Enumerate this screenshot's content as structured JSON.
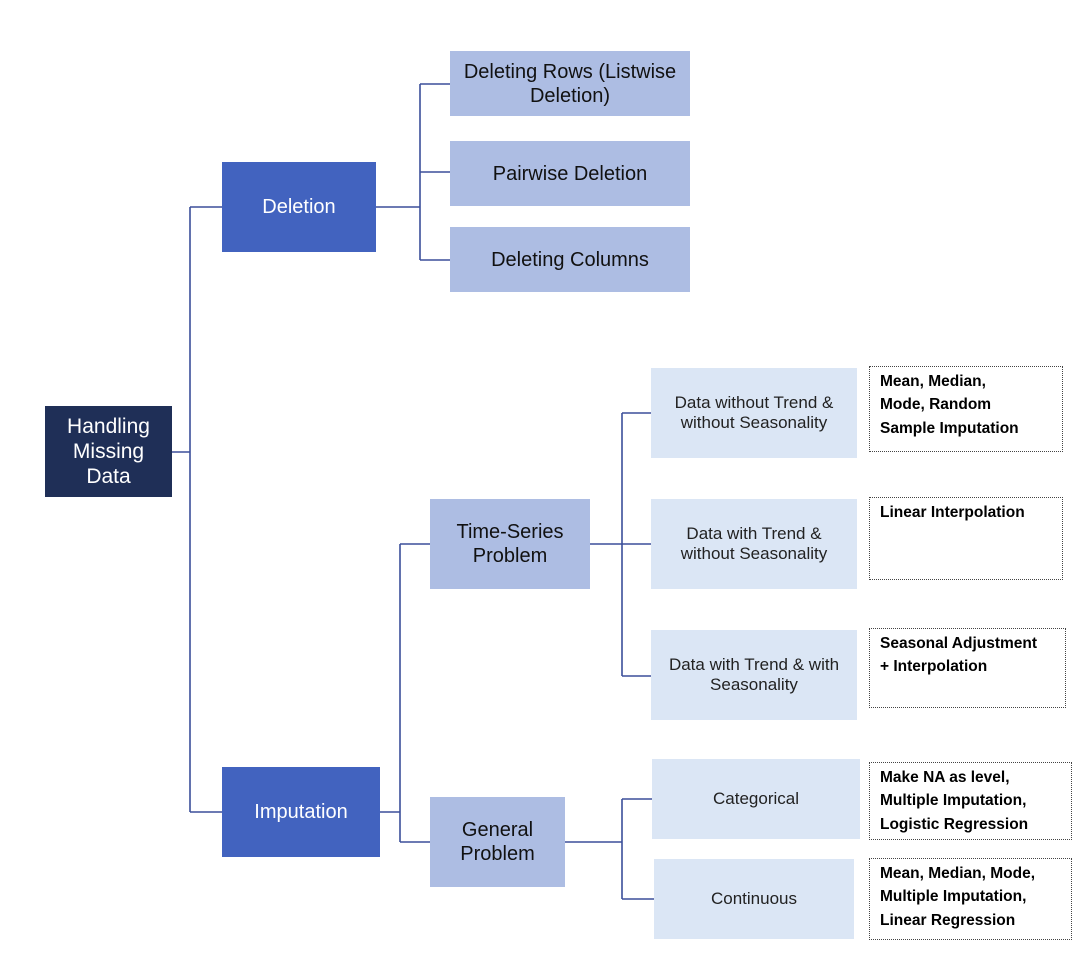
{
  "root": {
    "label": "Handling\nMissing\nData"
  },
  "deletion": {
    "label": "Deletion",
    "children": [
      {
        "label": "Deleting Rows (Listwise\nDeletion)"
      },
      {
        "label": "Pairwise Deletion"
      },
      {
        "label": "Deleting Columns"
      }
    ]
  },
  "imputation": {
    "label": "Imputation",
    "time_series": {
      "label": "Time-Series\nProblem",
      "children": [
        {
          "label": "Data without Trend &\nwithout Seasonality",
          "method": "Mean, Median,\nMode, Random\nSample Imputation"
        },
        {
          "label": "Data with Trend &\nwithout Seasonality",
          "method": "Linear Interpolation"
        },
        {
          "label": "Data with Trend & with\nSeasonality",
          "method": "Seasonal Adjustment\n+ Interpolation"
        }
      ]
    },
    "general": {
      "label": "General\nProblem",
      "children": [
        {
          "label": "Categorical",
          "method": "Make NA as level,\nMultiple Imputation,\nLogistic Regression"
        },
        {
          "label": "Continuous",
          "method": "Mean, Median, Mode,\nMultiple Imputation,\nLinear Regression"
        }
      ]
    }
  },
  "colors": {
    "root": "#1f2f57",
    "level1": "#4263bf",
    "level2": "#adbde3",
    "leaf": "#dbe6f5",
    "connector": "#3b4f9a"
  }
}
